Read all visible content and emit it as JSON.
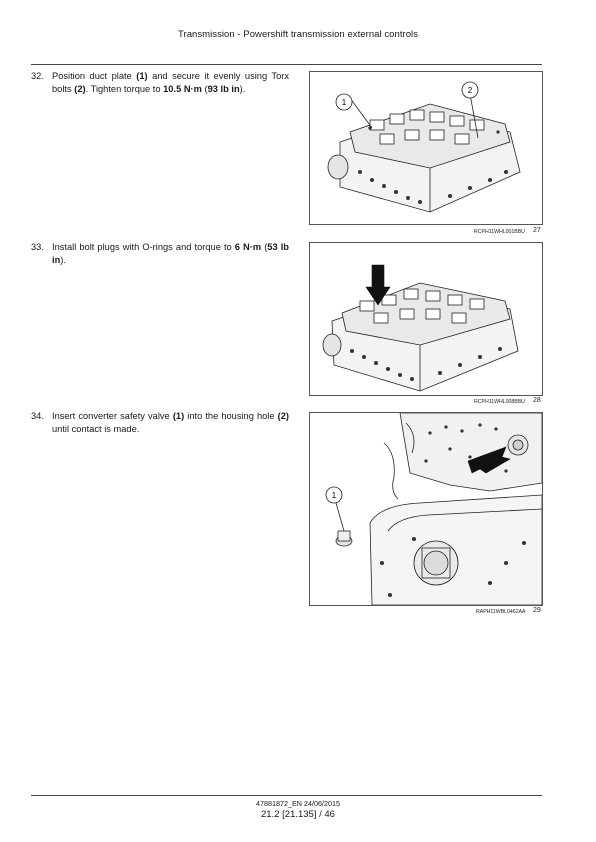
{
  "header": {
    "title": "Transmission - Powershift transmission external controls"
  },
  "steps": [
    {
      "number": "32.",
      "parts": {
        "a": "Position duct plate ",
        "b": "(1)",
        "c": " and secure it evenly using Torx bolts ",
        "d": "(2)",
        "e": ". Tighten torque to ",
        "f": "10.5 N·m",
        "g": " (",
        "h": "93 lb in",
        "i": ")."
      }
    },
    {
      "number": "33.",
      "parts": {
        "a": "Install bolt plugs with O-rings and torque to ",
        "b": "6 N·m",
        "c": " (",
        "d": "53 lb in",
        "e": ")."
      }
    },
    {
      "number": "34.",
      "parts": {
        "a": "Insert converter safety valve ",
        "b": "(1)",
        "c": " into the housing hole ",
        "d": "(2)",
        "e": " until contact is made."
      }
    }
  ],
  "figures": [
    {
      "ref": "RCPH11WHL001BBU",
      "number": "27",
      "callouts": [
        "1",
        "2"
      ]
    },
    {
      "ref": "RCPH11WHL008BBU",
      "number": "28",
      "callouts": []
    },
    {
      "ref": "RAPH11WBL0462AA",
      "number": "29",
      "callouts": [
        "1"
      ]
    }
  ],
  "footer": {
    "doc_code": "47881872_EN 24/06/2015",
    "page": "21.2 [21.135] / 46"
  }
}
